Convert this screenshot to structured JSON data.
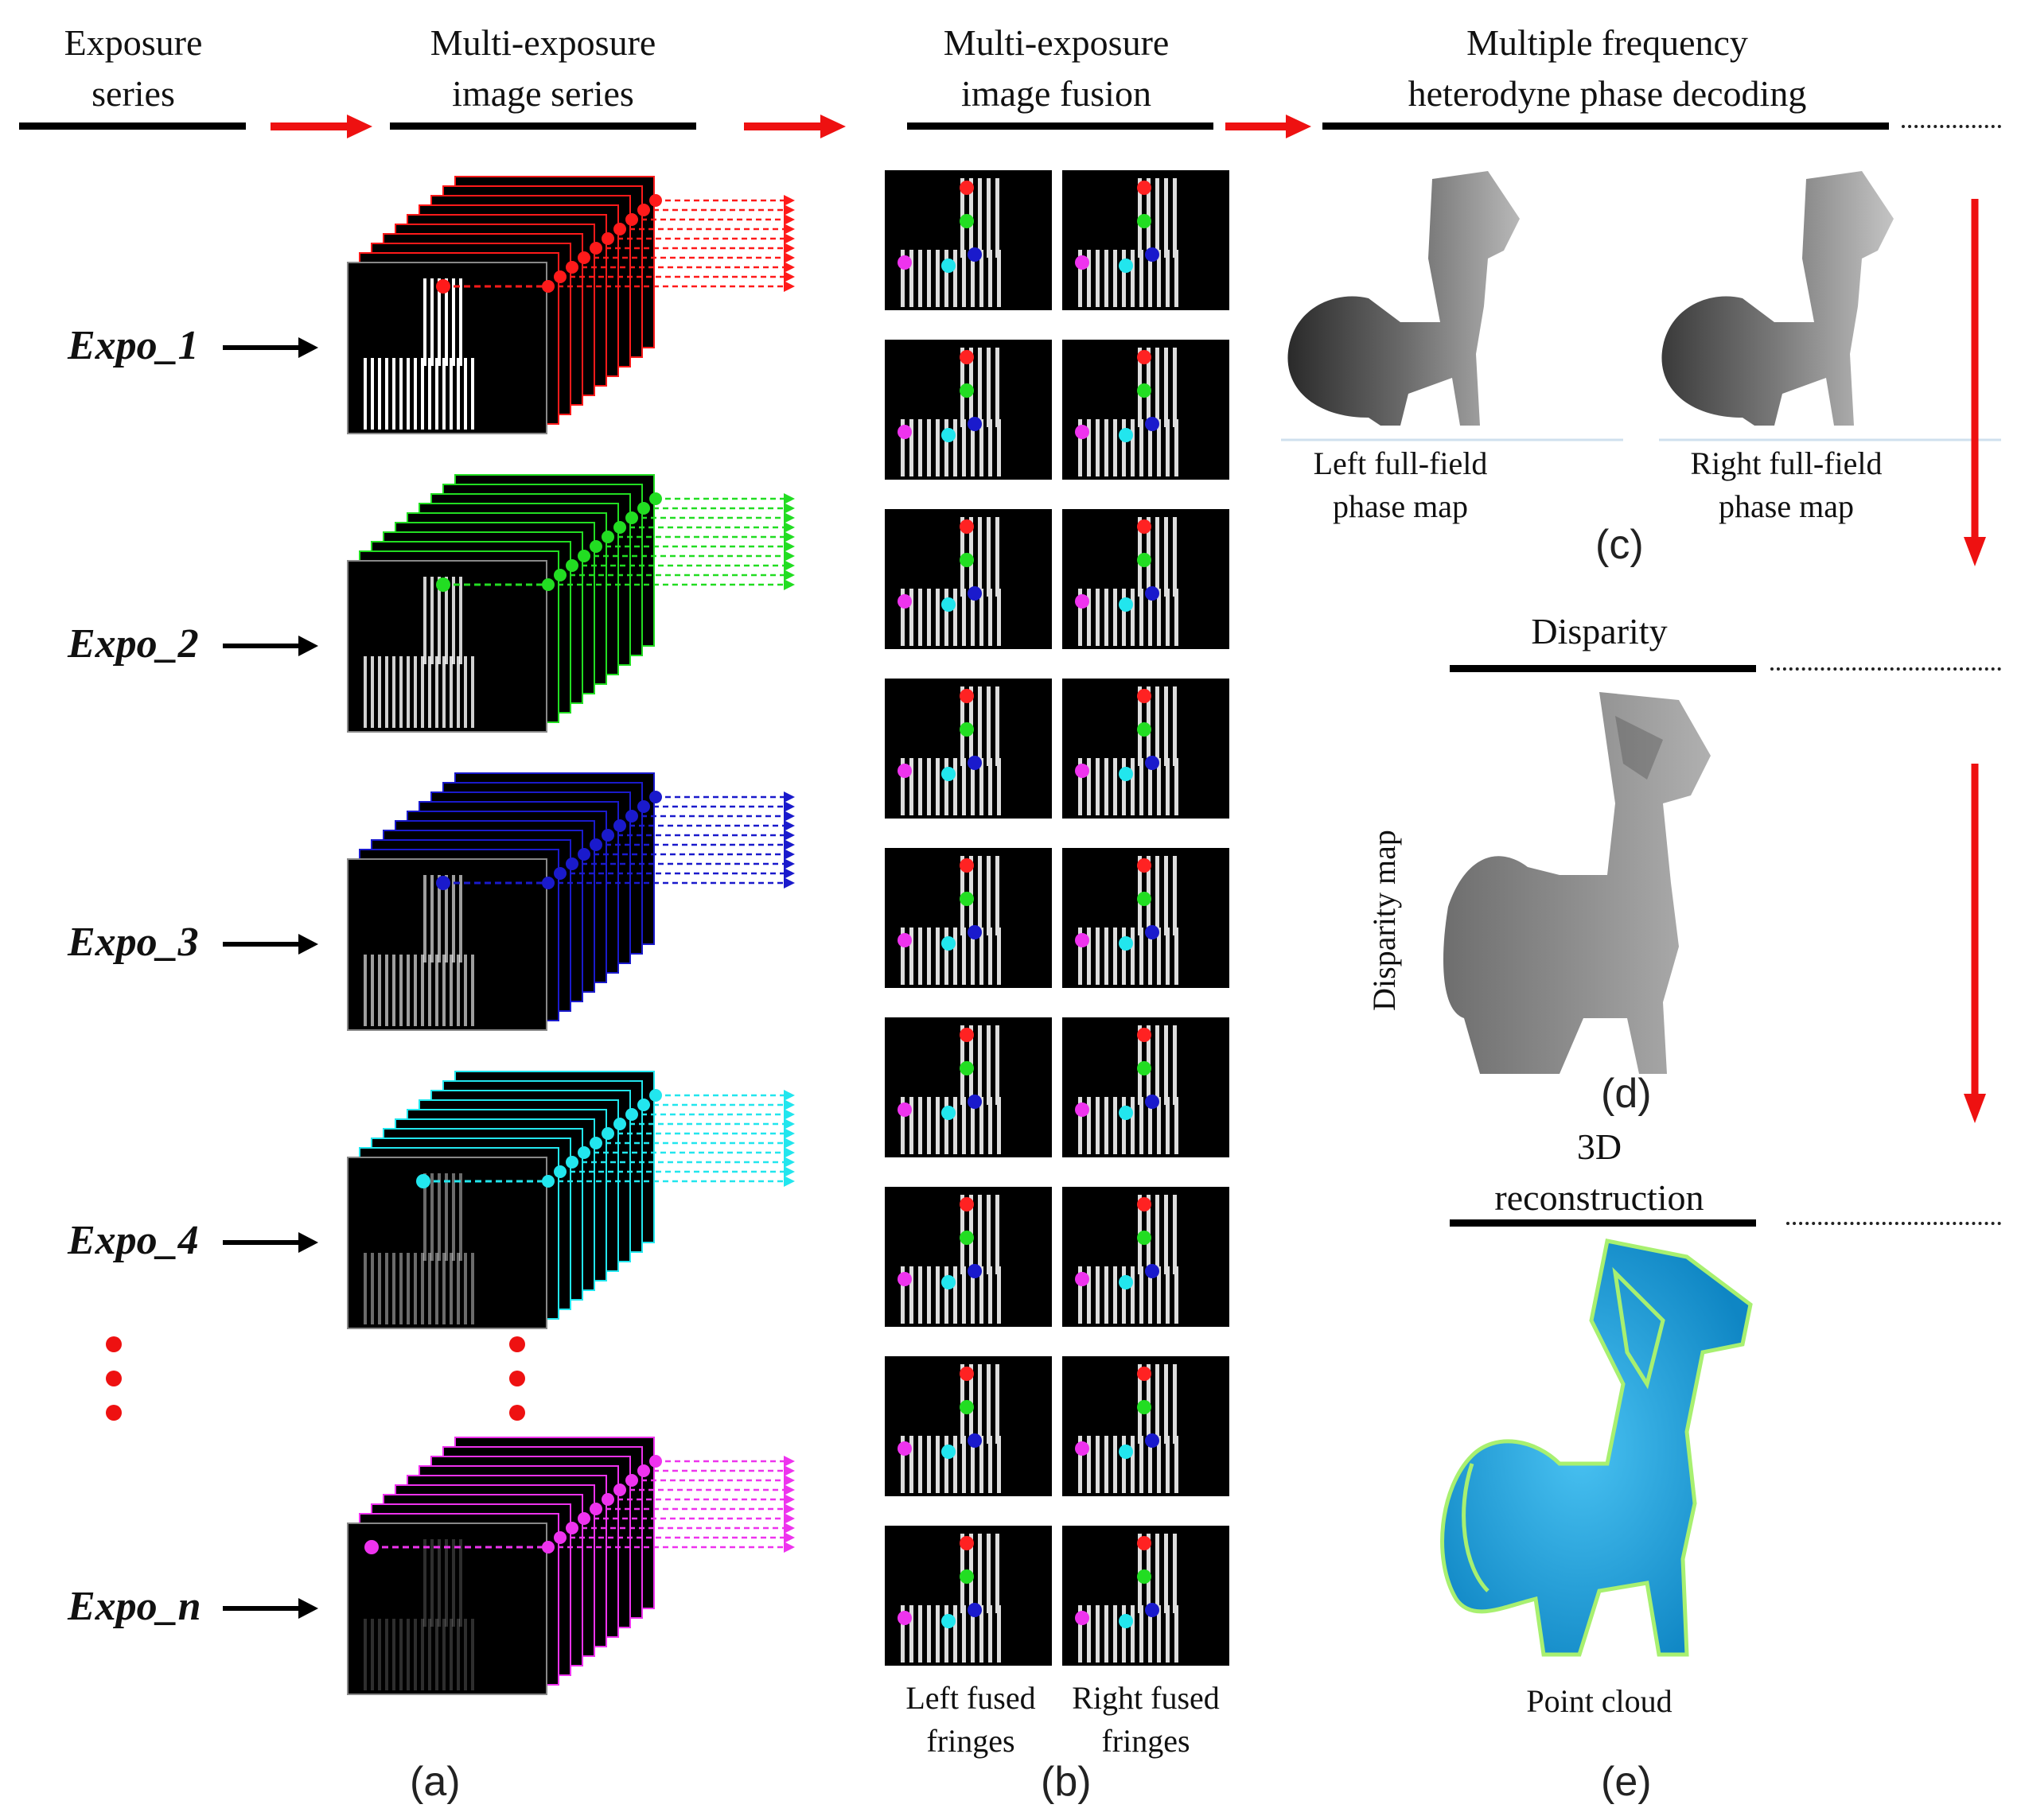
{
  "headers": {
    "exposure_series": "Exposure\nseries",
    "multi_exposure_series": "Multi-exposure\nimage series",
    "image_fusion": "Multi-exposure\nimage fusion",
    "phase_decoding": "Multiple frequency\nheterodyne phase decoding",
    "disparity": "Disparity",
    "reconstruction": "3D\nreconstruction"
  },
  "exposures": [
    {
      "label": "Expo_1",
      "color": "#ff1a1a"
    },
    {
      "label": "Expo_2",
      "color": "#22dd22"
    },
    {
      "label": "Expo_3",
      "color": "#1a1acc"
    },
    {
      "label": "Expo_4",
      "color": "#22e6ee"
    },
    {
      "label": "Expo_n",
      "color": "#ee33ee"
    }
  ],
  "captions": {
    "left_fused": "Left fused\nfringes",
    "right_fused": "Right fused\nfringes",
    "left_phase": "Left full-field\nphase map",
    "right_phase": "Right full-field\nphase map",
    "disparity_map": "Disparity map",
    "point_cloud": "Point cloud"
  },
  "panels": {
    "a": "(a)",
    "b": "(b)",
    "c": "(c)",
    "d": "(d)",
    "e": "(e)"
  },
  "colors": {
    "flow_arrow": "#ee1111",
    "point_cloud": "#1aa6e0",
    "point_cloud_edge": "#a8f070"
  }
}
